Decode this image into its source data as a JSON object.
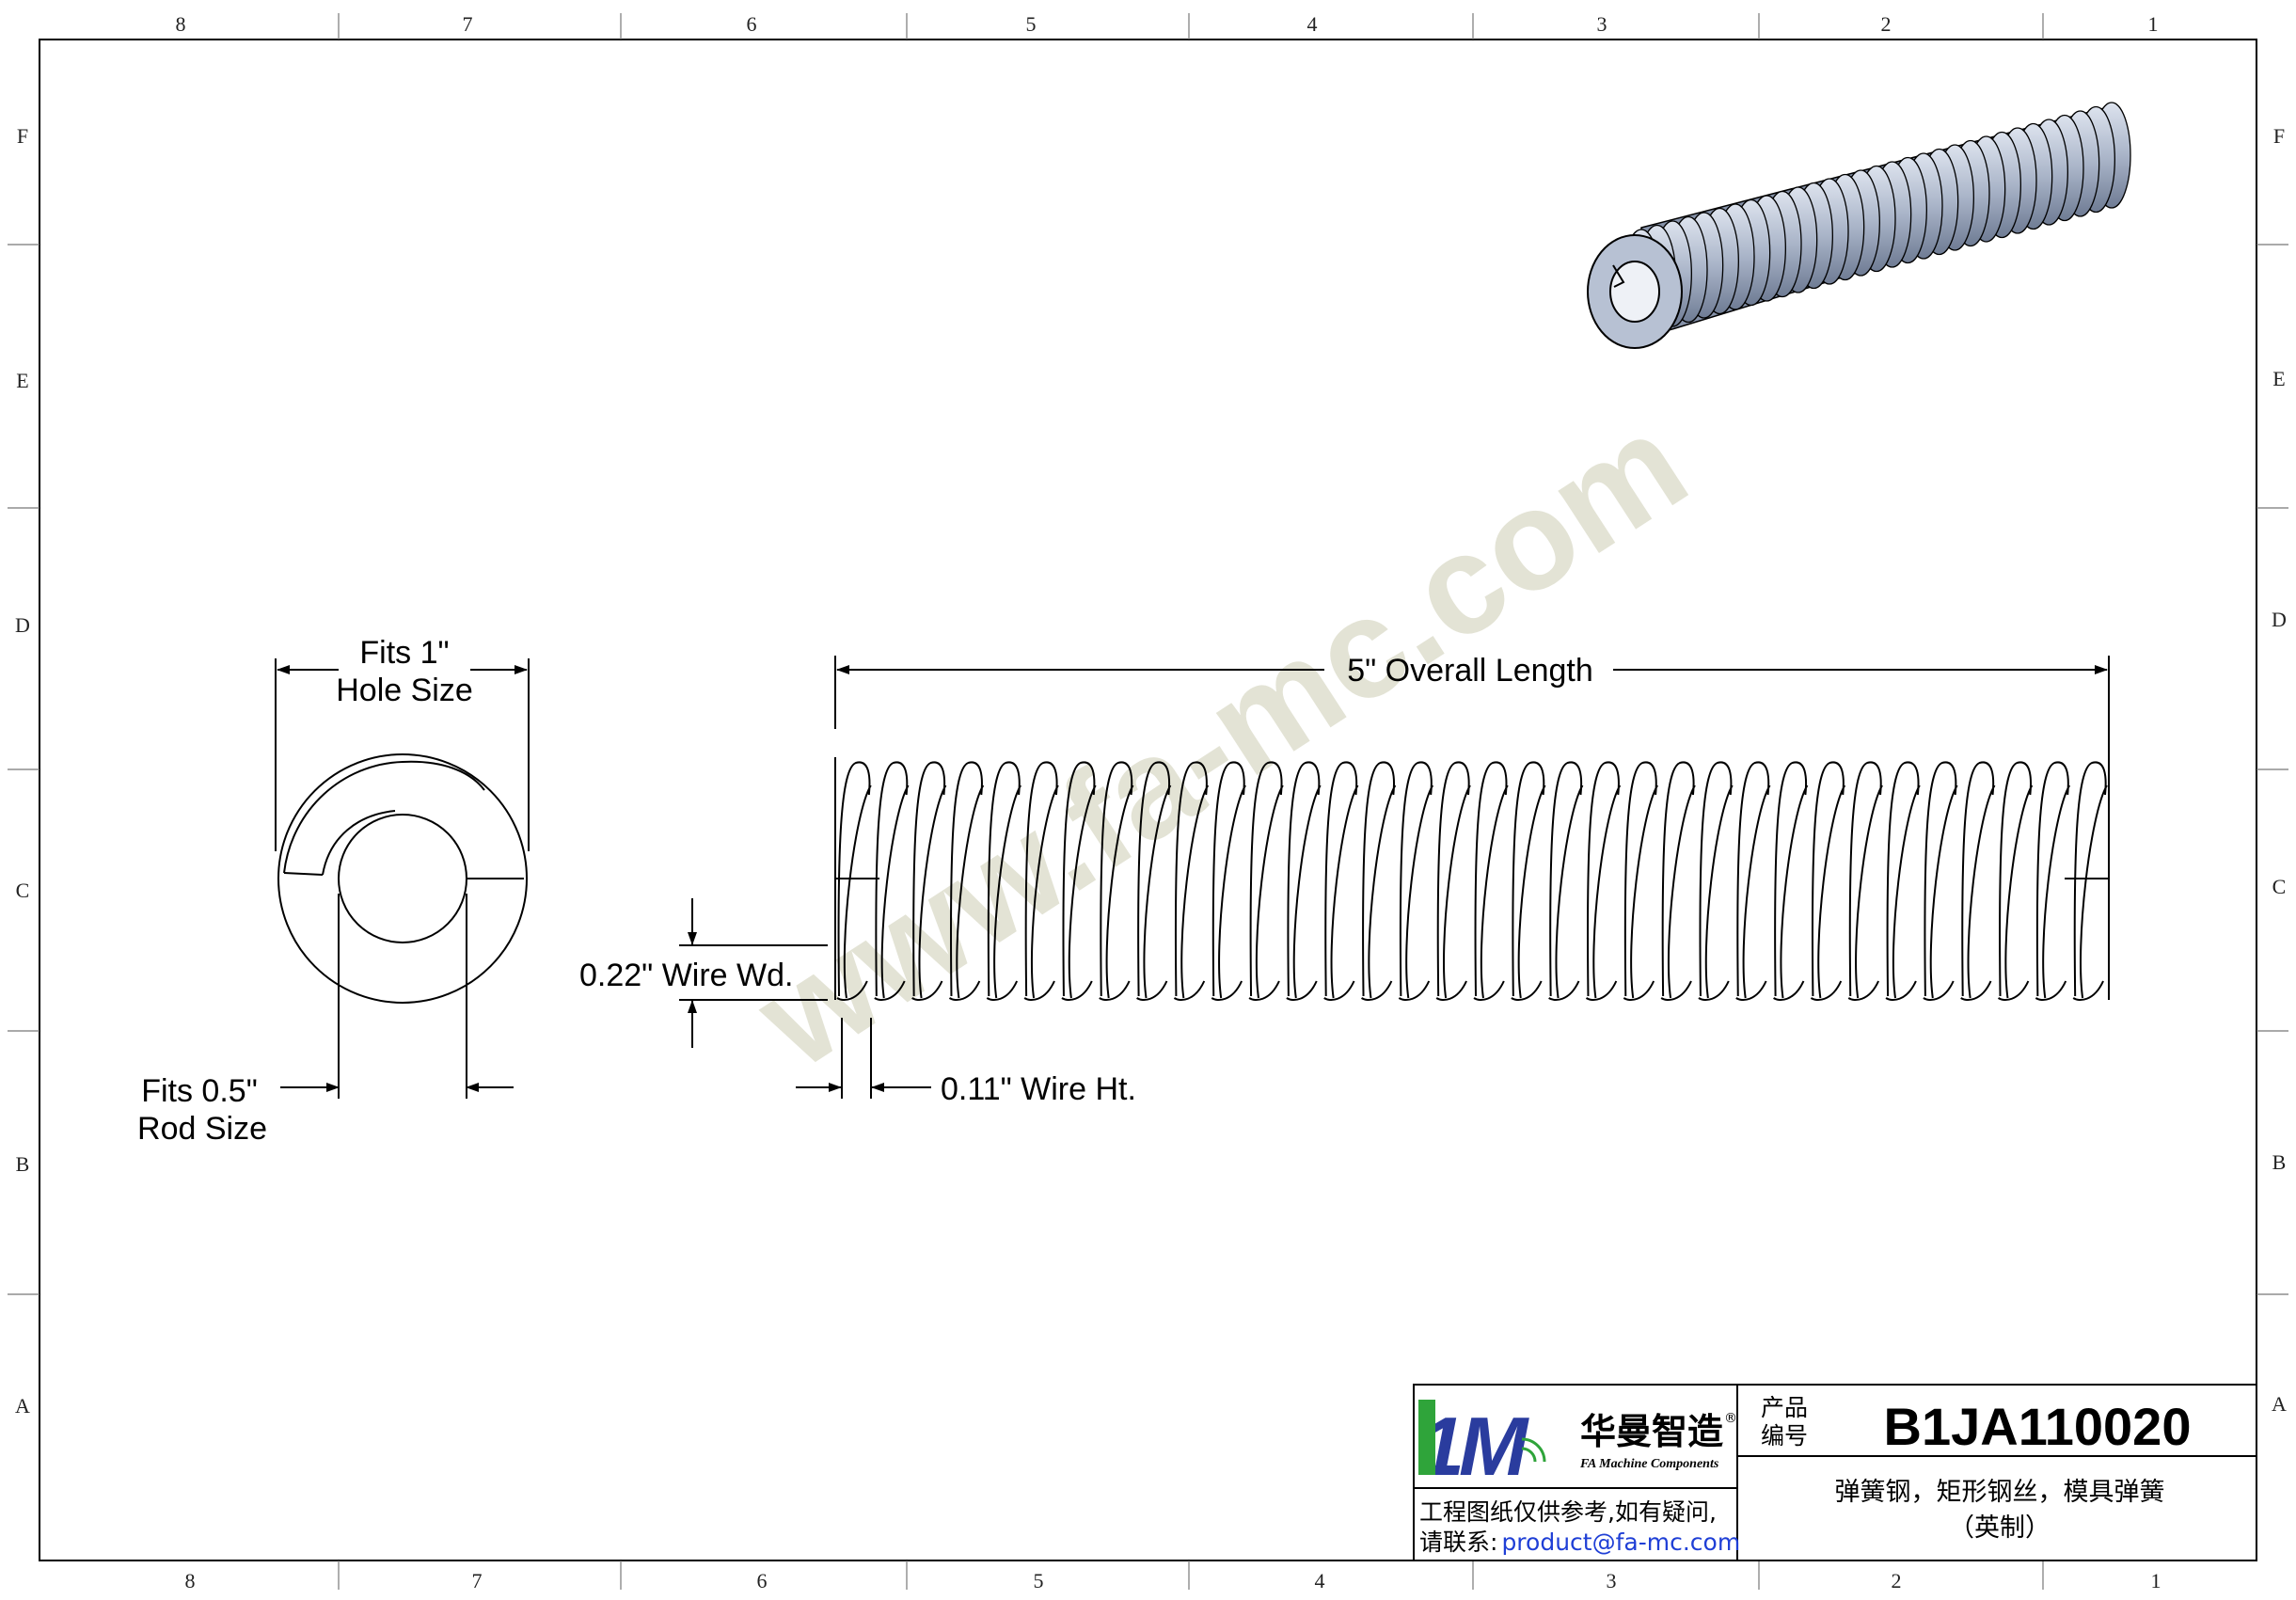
{
  "border": {
    "columns": [
      "8",
      "7",
      "6",
      "5",
      "4",
      "3",
      "2",
      "1"
    ],
    "rows": [
      "F",
      "E",
      "D",
      "C",
      "B",
      "A"
    ]
  },
  "watermark": "www.fa-mc.com",
  "dimensions": {
    "hole_size_line1": "Fits 1\"",
    "hole_size_line2": "Hole Size",
    "rod_size_line1": "Fits 0.5\"",
    "rod_size_line2": "Rod Size",
    "overall_length": "5\" Overall Length",
    "wire_width": "0.22\" Wire Wd.",
    "wire_height": "0.11\" Wire Ht."
  },
  "title_block": {
    "logo_text": "1M",
    "company_cn": "华曼智造",
    "registered_mark": "®",
    "company_en": "FA Machine Components",
    "part_no_label_line1": "产品",
    "part_no_label_line2": "编号",
    "part_no": "B1JA110020",
    "description_line1": "弹簧钢，矩形钢丝，模具弹簧",
    "description_line2": "（英制）",
    "note_line1": "工程图纸仅供参考,如有疑问,",
    "note_line2_prefix": "请联系:",
    "note_email": "product@fa-mc.com"
  },
  "colors": {
    "line": "#000000",
    "watermark": "#d8d8c4",
    "spring_3d": "#a9b4c8",
    "logo_green": "#2fa43a",
    "logo_blue": "#2a3c9e",
    "email": "#1f3fd6"
  }
}
